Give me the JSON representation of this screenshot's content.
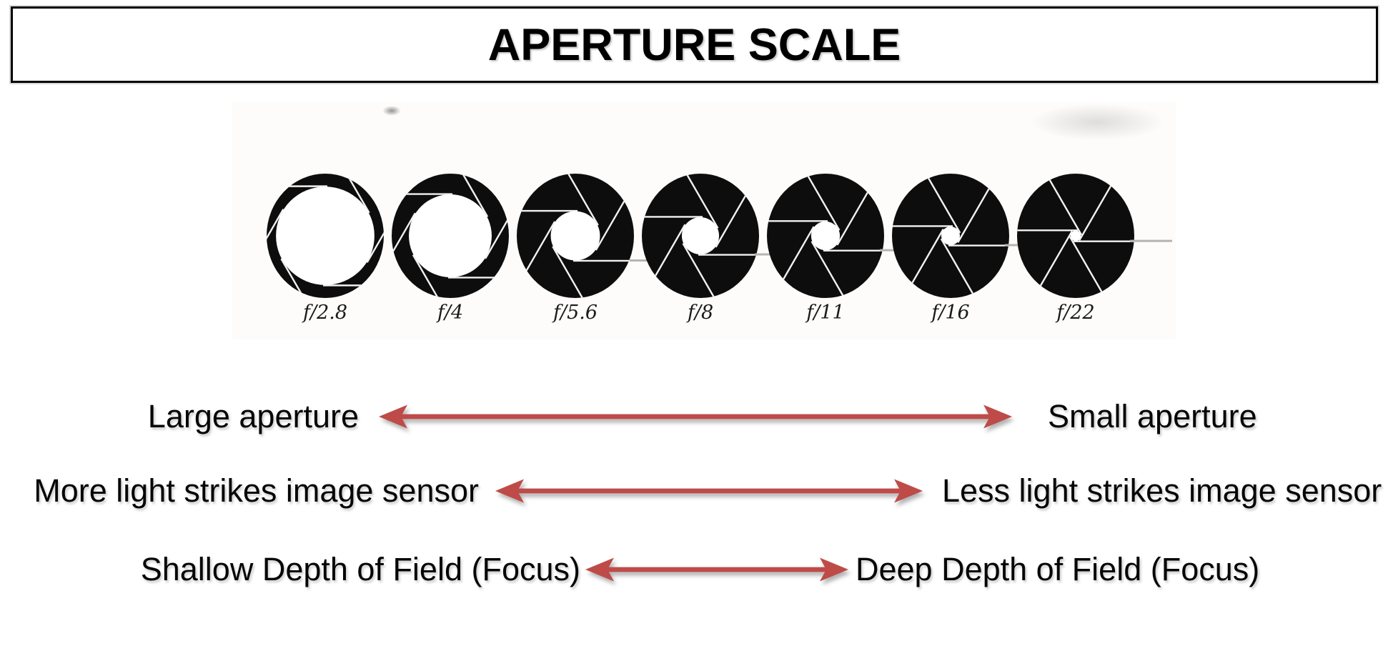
{
  "title": "APERTURE SCALE",
  "apertures": {
    "items": [
      {
        "label": "f/2.8",
        "hole_ratio": 0.82
      },
      {
        "label": "f/4",
        "hole_ratio": 0.69
      },
      {
        "label": "f/5.6",
        "hole_ratio": 0.41
      },
      {
        "label": "f/8",
        "hole_ratio": 0.31
      },
      {
        "label": "f/11",
        "hole_ratio": 0.24
      },
      {
        "label": "f/16",
        "hole_ratio": 0.155
      },
      {
        "label": "f/22",
        "hole_ratio": 0.085
      }
    ],
    "blade_count": 6,
    "disc_color": "#0d0d0d",
    "blade_line_color": "#f2f2f2",
    "artifact_line_color": "#b4b4b4",
    "label_color": "#1a1a1a"
  },
  "scales": [
    {
      "left": "Large aperture",
      "right": "Small aperture"
    },
    {
      "left": "More light strikes image sensor",
      "right": "Less light strikes image sensor"
    },
    {
      "left": "Shallow Depth of Field (Focus)",
      "right": "Deep Depth of Field (Focus)"
    }
  ],
  "colors": {
    "arrow": "#BE4B48",
    "title_border": "#000000",
    "text": "#060606"
  }
}
